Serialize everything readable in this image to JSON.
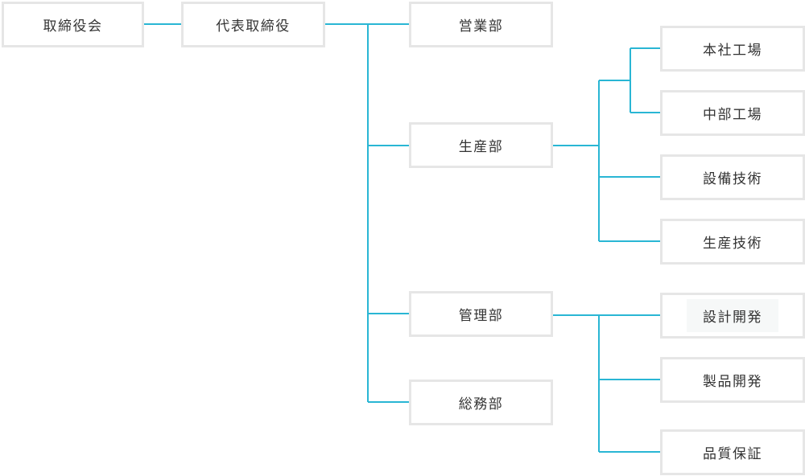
{
  "org": {
    "board": "取締役会",
    "president": "代表取締役",
    "departments": {
      "sales": "営業部",
      "production": "生産部",
      "administration": "管理部",
      "general_affairs": "総務部"
    },
    "production_units": {
      "head_factory": "本社工場",
      "chubu_factory": "中部工場",
      "equipment_tech": "設備技術",
      "production_tech": "生産技術"
    },
    "administration_units": {
      "design_dev": "設計開発",
      "product_dev": "製品開発",
      "quality_assurance": "品質保証"
    }
  },
  "colors": {
    "connector": "#29b6d4",
    "box_border": "#e6e6e6",
    "text": "#333333"
  }
}
